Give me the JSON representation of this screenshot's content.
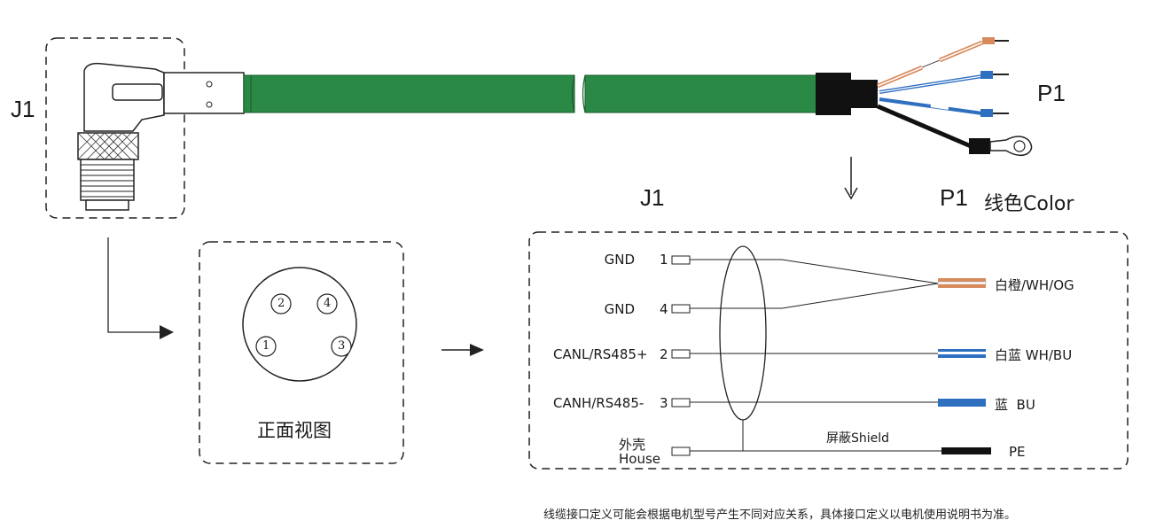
{
  "colors": {
    "cable_green": "#2a8a45",
    "orange_wire": "#d98a5c",
    "blue_wire": "#2f6fc0",
    "black": "#111111"
  },
  "connector_label_left": "J1",
  "connector_label_right": "P1",
  "front_view": {
    "pins": [
      "1",
      "2",
      "3",
      "4"
    ],
    "caption": "正面视图"
  },
  "wiring": {
    "header_left": "J1",
    "header_right": "P1",
    "header_color": "线色Color",
    "rows": [
      {
        "signal": "GND",
        "pin": "1",
        "color_label": "白橙/WH/OG"
      },
      {
        "signal": "GND",
        "pin": "4"
      },
      {
        "signal": "CANL/RS485+",
        "pin": "2",
        "color_label": "白蓝 WH/BU"
      },
      {
        "signal": "CANH/RS485-",
        "pin": "3",
        "color_label": "蓝  BU"
      }
    ],
    "housing_line1": "外壳",
    "housing_line2": "House",
    "shield_label": "屏蔽Shield",
    "pe_label": "PE"
  },
  "footnote": "线缆接口定义可能会根据电机型号产生不同对应关系，具体接口定义以电机使用说明书为准。"
}
